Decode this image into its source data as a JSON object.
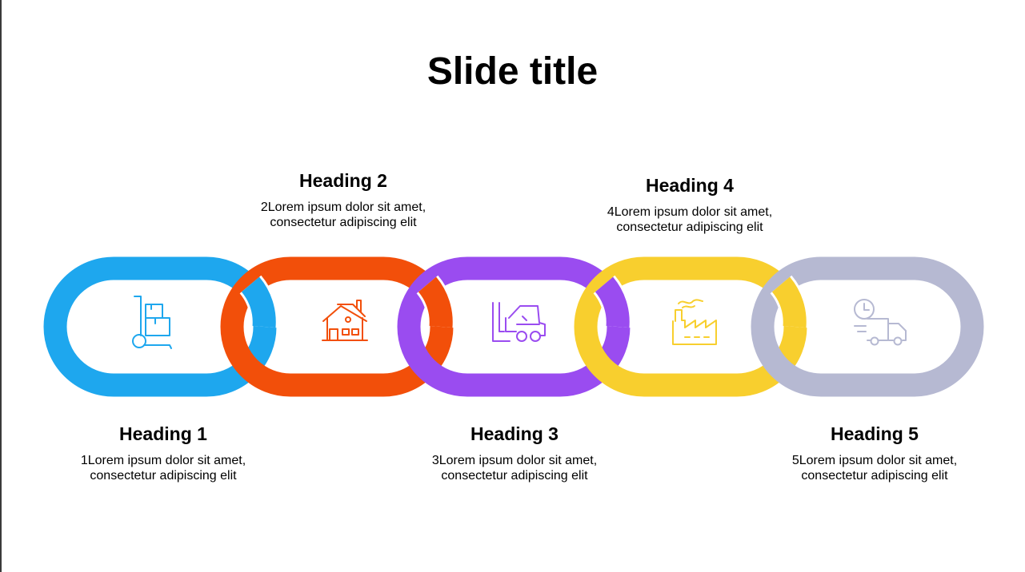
{
  "slide": {
    "title": "Slide title"
  },
  "colors": {
    "blue": "#1ea7ee",
    "orange": "#f24f0a",
    "purple": "#9a4cf0",
    "yellow": "#f8cf2e",
    "gray": "#b6b9d2"
  },
  "links": [
    {
      "heading": "Heading 1",
      "line1": "1Lorem ipsum dolor sit amet,",
      "line2": "consectetur adipiscing elit",
      "icon": "hand-truck-boxes-icon",
      "position": "below"
    },
    {
      "heading": "Heading 2",
      "line1": "2Lorem ipsum dolor sit amet,",
      "line2": "consectetur adipiscing elit",
      "icon": "house-icon",
      "position": "above"
    },
    {
      "heading": "Heading 3",
      "line1": "3Lorem ipsum dolor sit amet,",
      "line2": "consectetur adipiscing elit",
      "icon": "forklift-icon",
      "position": "below"
    },
    {
      "heading": "Heading 4",
      "line1": "4Lorem ipsum dolor sit amet,",
      "line2": "consectetur adipiscing elit",
      "icon": "factory-icon",
      "position": "above"
    },
    {
      "heading": "Heading 5",
      "line1": "5Lorem ipsum dolor sit amet,",
      "line2": "consectetur adipiscing elit",
      "icon": "delivery-truck-clock-icon",
      "position": "below"
    }
  ]
}
